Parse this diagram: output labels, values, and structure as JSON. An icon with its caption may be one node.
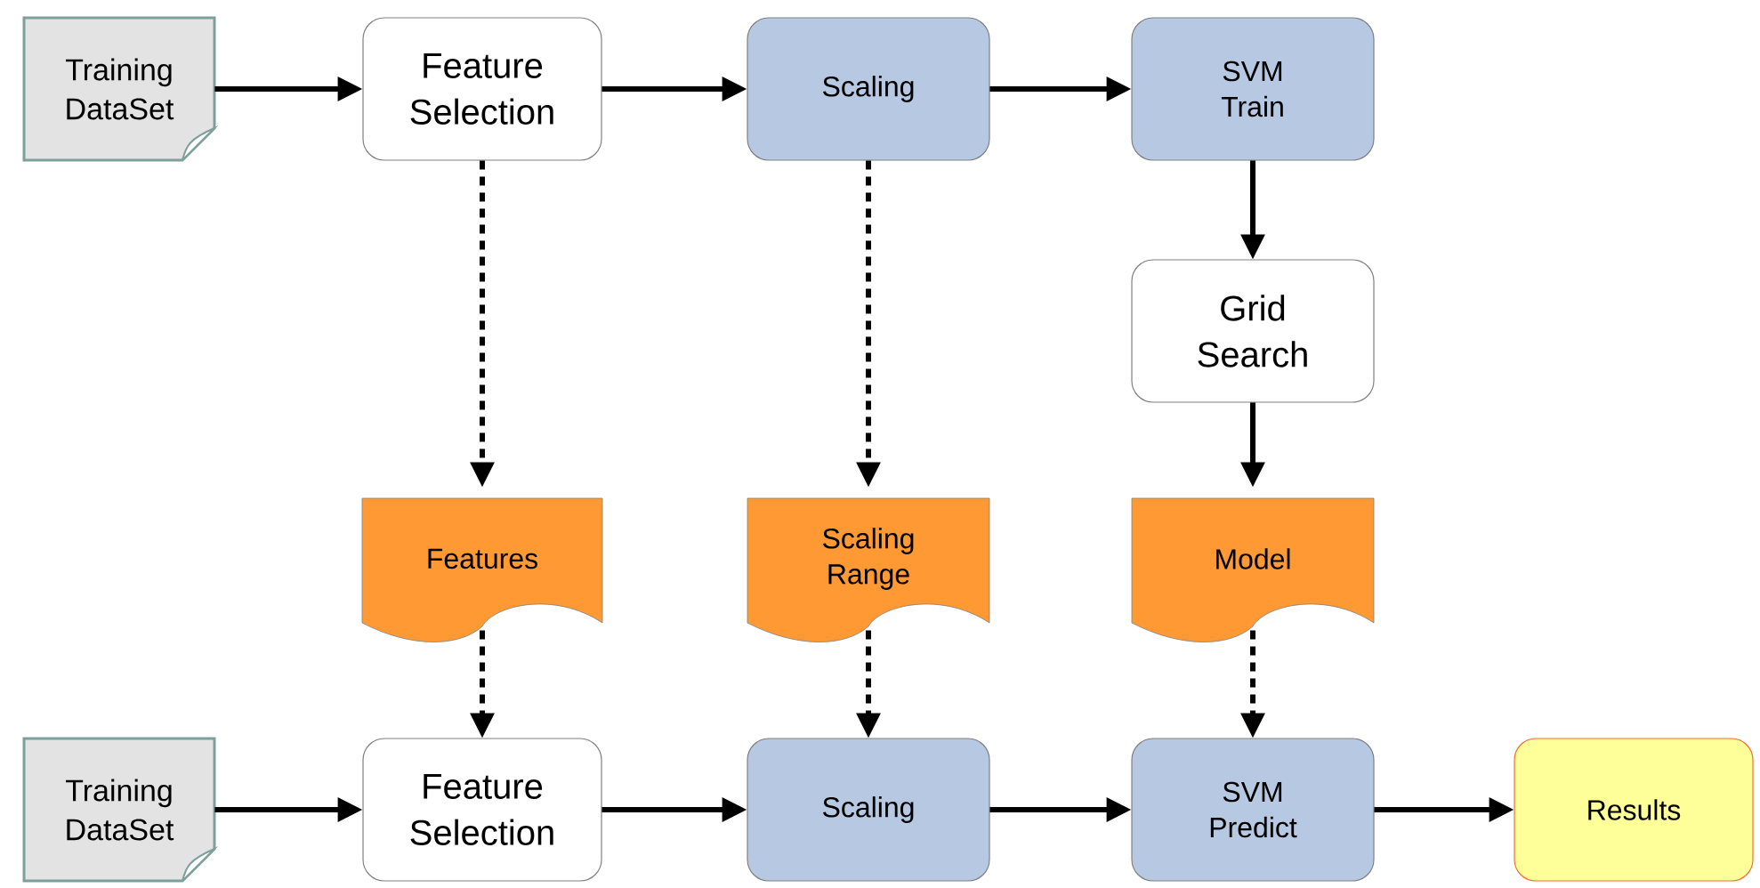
{
  "diagram": {
    "nodes": [
      {
        "text": [
          "Training DataSet"
        ]
      },
      {
        "text": [
          "Feature Selection"
        ]
      },
      {
        "text": [
          "Scaling"
        ]
      },
      {
        "text": [
          "SVM Train"
        ]
      },
      {
        "text": [
          "Grid Search"
        ]
      },
      {
        "text": [
          "Features"
        ]
      },
      {
        "text": [
          "Scaling Range"
        ]
      },
      {
        "text": [
          "Model"
        ]
      },
      {
        "text": [
          "Training DataSet"
        ]
      },
      {
        "text": [
          "Feature Selection"
        ]
      },
      {
        "text": [
          "Scaling"
        ]
      },
      {
        "text": [
          "SVM Predict"
        ]
      },
      {
        "text": [
          "Results"
        ]
      }
    ],
    "edges": [
      {
        "from": 0,
        "to": 1,
        "arrow": "to"
      },
      {
        "from": 1,
        "to": 2,
        "arrow": "to"
      },
      {
        "from": 2,
        "to": 3,
        "arrow": "to"
      },
      {
        "from": 3,
        "to": 4,
        "arrow": "to"
      },
      {
        "from": 1,
        "to": 5,
        "arrow": "to",
        "style": "dashed"
      },
      {
        "from": 2,
        "to": 6,
        "arrow": "to",
        "style": "dashed"
      },
      {
        "from": 4,
        "to": 7,
        "arrow": "to"
      },
      {
        "from": 5,
        "to": 9,
        "arrow": "to",
        "style": "dashed"
      },
      {
        "from": 6,
        "to": 10,
        "arrow": "to",
        "style": "dashed"
      },
      {
        "from": 7,
        "to": 11,
        "arrow": "to",
        "style": "dashed"
      },
      {
        "from": 8,
        "to": 9,
        "arrow": "to"
      },
      {
        "from": 9,
        "to": 10,
        "arrow": "to"
      },
      {
        "from": 10,
        "to": 11,
        "arrow": "to"
      },
      {
        "from": 11,
        "to": 12,
        "arrow": "to"
      }
    ]
  }
}
